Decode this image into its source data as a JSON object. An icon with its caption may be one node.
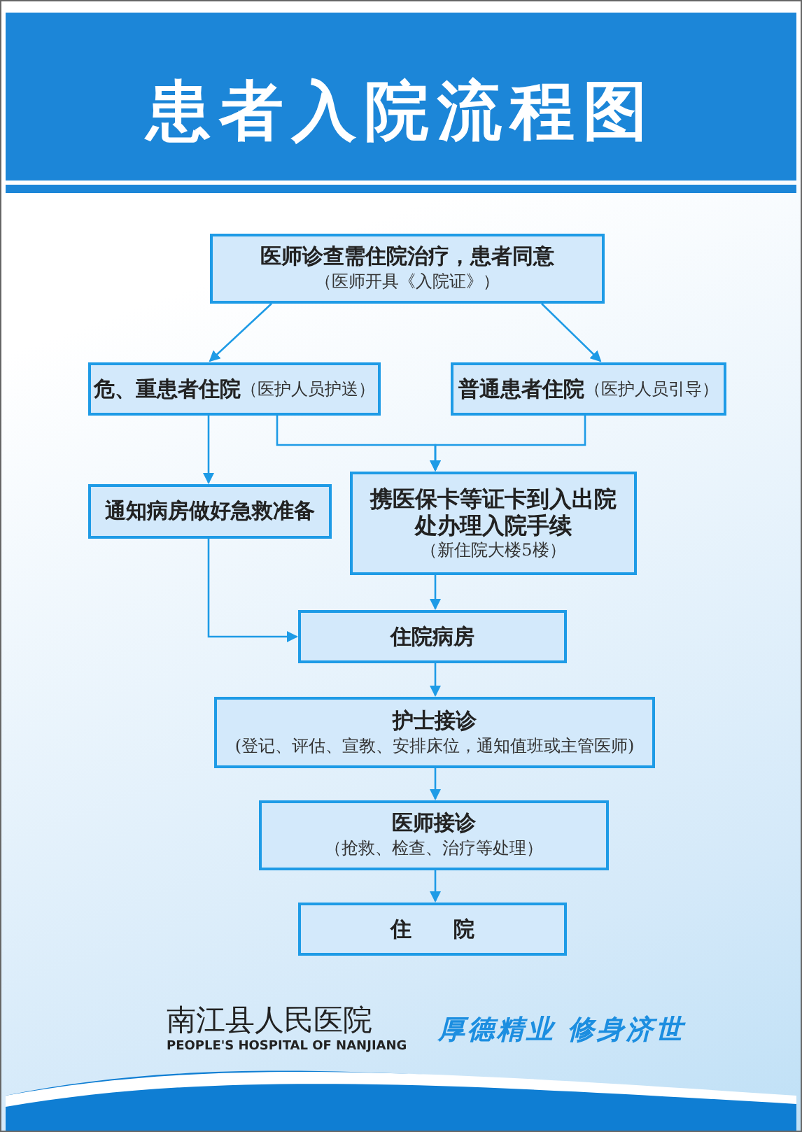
{
  "diagram": {
    "title": "患者入院流程图",
    "nodes": [
      {
        "text": [
          "医师诊查需住院治疗，患者同意",
          "（医师开具《入院证》）"
        ]
      },
      {
        "text": [
          "危、重患者住院",
          "（医护人员护送）"
        ]
      },
      {
        "text": [
          "普通患者住院",
          "（医护人员引导）"
        ]
      },
      {
        "text": [
          "通知病房做好急救准备"
        ]
      },
      {
        "text": [
          "携医保卡等证卡到入出院处办理入院手续",
          "（新住院大楼5楼）"
        ]
      },
      {
        "text": [
          "住院病房"
        ]
      },
      {
        "text": [
          "护士接诊",
          "(登记、评估、宣教、安排床位，通知值班或主管医师)"
        ]
      },
      {
        "text": [
          "医师接诊",
          "（抢救、检查、治疗等处理）"
        ]
      },
      {
        "text": [
          "住　　院"
        ]
      }
    ],
    "edges": [
      {
        "from": 0,
        "to": 1,
        "arrow": "to"
      },
      {
        "from": 0,
        "to": 2,
        "arrow": "to"
      },
      {
        "from": 1,
        "to": 3,
        "arrow": "to"
      },
      {
        "from": 1,
        "to": 4,
        "arrow": "to"
      },
      {
        "from": 2,
        "to": 4,
        "arrow": "to"
      },
      {
        "from": 3,
        "to": 5,
        "arrow": "to"
      },
      {
        "from": 4,
        "to": 5,
        "arrow": "to"
      },
      {
        "from": 5,
        "to": 6,
        "arrow": "to"
      },
      {
        "from": 6,
        "to": 7,
        "arrow": "to"
      },
      {
        "from": 7,
        "to": 8,
        "arrow": "to"
      }
    ],
    "labels": [
      "南江县人民医院",
      "PEOPLE'S HOSPITAL OF NANJIANG",
      "厚德精业 修身济世"
    ]
  }
}
